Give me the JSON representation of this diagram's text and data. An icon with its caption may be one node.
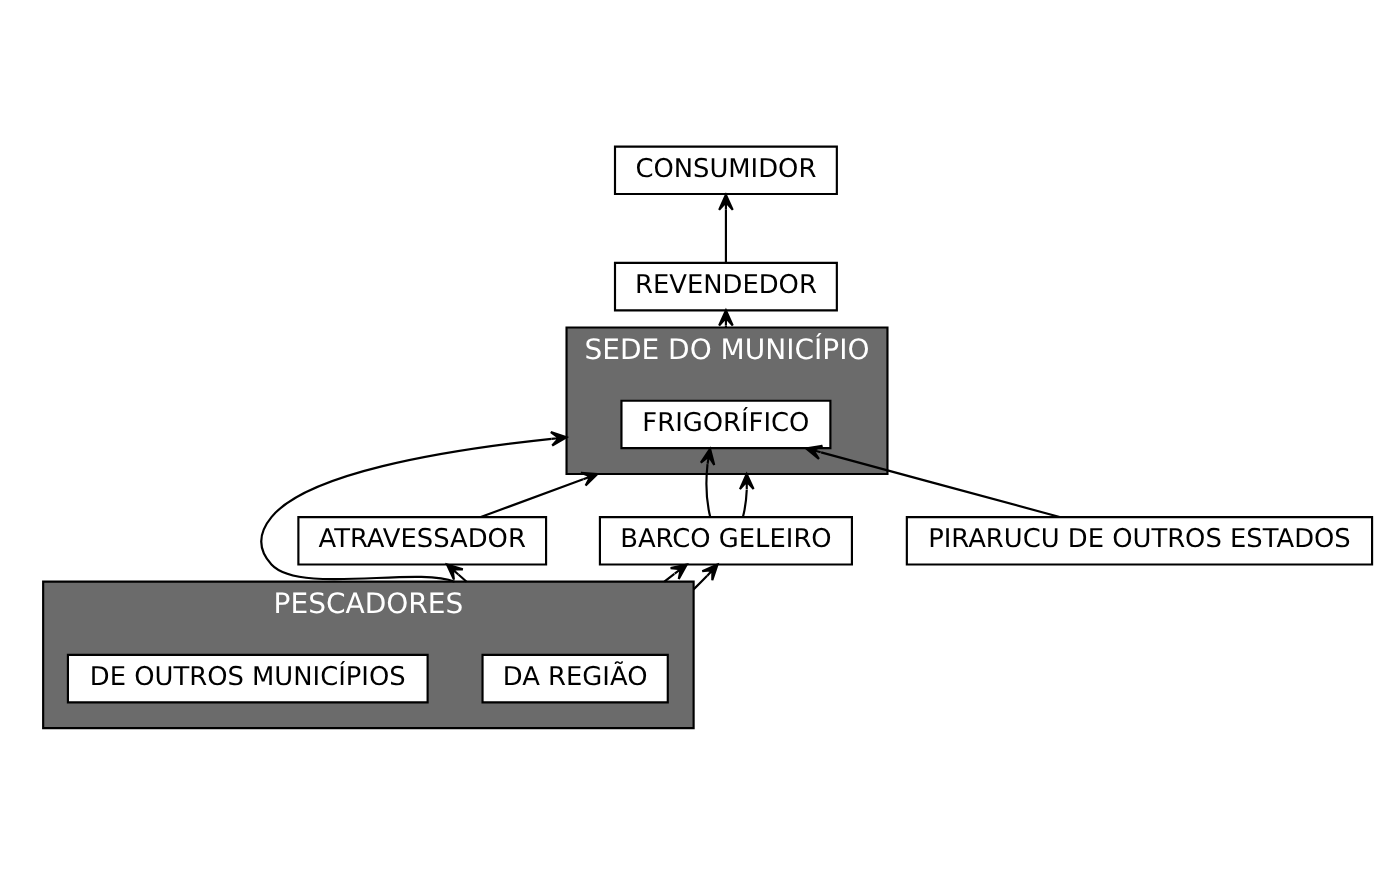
{
  "diagram": {
    "nodes": [
      {
        "text": [
          "CONSUMIDOR"
        ]
      },
      {
        "text": [
          "REVENDEDOR"
        ]
      },
      {
        "text": [
          "SEDE DO MUNICÍPIO"
        ]
      },
      {
        "text": [
          "FRIGORÍFICO"
        ],
        "in": 2
      },
      {
        "text": [
          "ATRAVESSADOR"
        ]
      },
      {
        "text": [
          "PIRARUCU DE OUTROS ESTADOS"
        ]
      },
      {
        "text": [
          "PESCADORES"
        ]
      },
      {
        "text": [
          "DA REGIÃO"
        ],
        "in": 6
      },
      {
        "text": [
          "DE OUTROS MUNICÍPIOS"
        ],
        "in": 6
      },
      {
        "text": [
          "BARCO GELEIRO"
        ]
      }
    ],
    "edges": [
      {
        "from": 1,
        "to": 0,
        "arrow": "to"
      },
      {
        "from": 2,
        "to": 1,
        "arrow": "to"
      },
      {
        "from": 4,
        "to": 2,
        "arrow": "to"
      },
      {
        "from": 6,
        "to": 2,
        "arrow": "to"
      },
      {
        "from": 6,
        "to": 4,
        "arrow": "to"
      },
      {
        "from": 5,
        "to": 3,
        "arrow": "to"
      },
      {
        "from": 9,
        "to": 3,
        "arrow": "to"
      },
      {
        "from": 9,
        "to": 2,
        "arrow": "to"
      },
      {
        "from": 6,
        "to": 9,
        "arrow": "to"
      },
      {
        "from": 6,
        "to": 9,
        "arrow": "to"
      }
    ]
  }
}
